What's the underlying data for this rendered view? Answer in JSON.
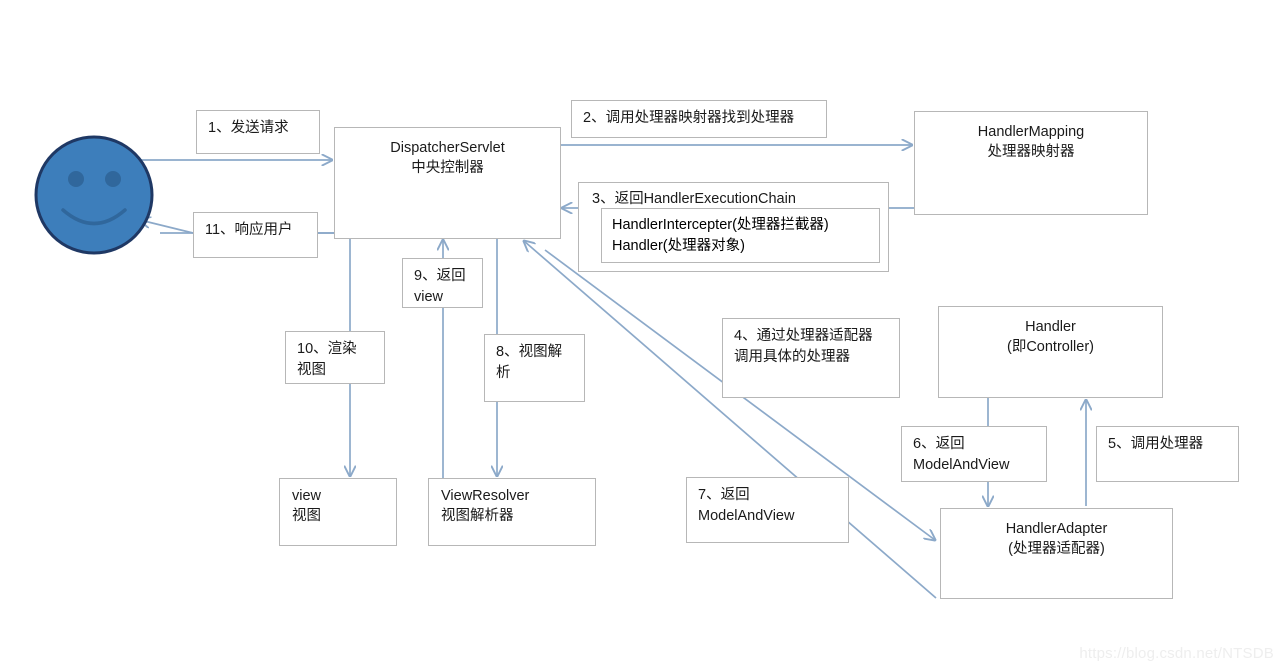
{
  "diagram": {
    "title": "SpringMVC Request Processing Flow",
    "watermark": "https://blog.csdn.net/NTSDB",
    "colors": {
      "edge": "#8ca9c9",
      "box_border": "#b7b7b7",
      "actor_fill": "#3d7ebb",
      "actor_stroke": "#1f3864",
      "background": "#ffffff"
    }
  },
  "actor": {
    "name": "user-smiley",
    "kind": "smiley-face"
  },
  "nodes": {
    "dispatcher": {
      "line1": "DispatcherServlet",
      "line2": "中央控制器"
    },
    "handler_mapping": {
      "line1": "HandlerMapping",
      "line2": "处理器映射器"
    },
    "handler": {
      "line1": "Handler",
      "line2": "(即Controller)"
    },
    "handler_adapter": {
      "line1": "HandlerAdapter",
      "line2": "(处理器适配器)"
    },
    "view_resolver": {
      "line1": "ViewResolver",
      "line2": "视图解析器"
    },
    "view": {
      "line1": "view",
      "line2": "视图"
    }
  },
  "chain": {
    "header": "3、返回HandlerExecutionChain",
    "item1": "HandlerIntercepter(处理器拦截器)",
    "item2": "Handler(处理器对象)"
  },
  "steps": {
    "s1": {
      "line1": "1、发送请求",
      "line2": ""
    },
    "s2": {
      "line1": "2、调用处理器映射器找到处理器",
      "line2": ""
    },
    "s4": {
      "line1": "4、通过处理器适配器",
      "line2": "调用具体的处理器"
    },
    "s5": {
      "line1": "5、调用处理器",
      "line2": ""
    },
    "s6": {
      "line1": "6、返回",
      "line2": "ModelAndView"
    },
    "s7": {
      "line1": "7、返回",
      "line2": "ModelAndView"
    },
    "s8": {
      "line1": "8、视图解",
      "line2": "析"
    },
    "s9": {
      "line1": "9、返回",
      "line2": "view"
    },
    "s10": {
      "line1": "10、渲染",
      "line2": "视图"
    },
    "s11": {
      "line1": "11、响应用户",
      "line2": ""
    }
  }
}
